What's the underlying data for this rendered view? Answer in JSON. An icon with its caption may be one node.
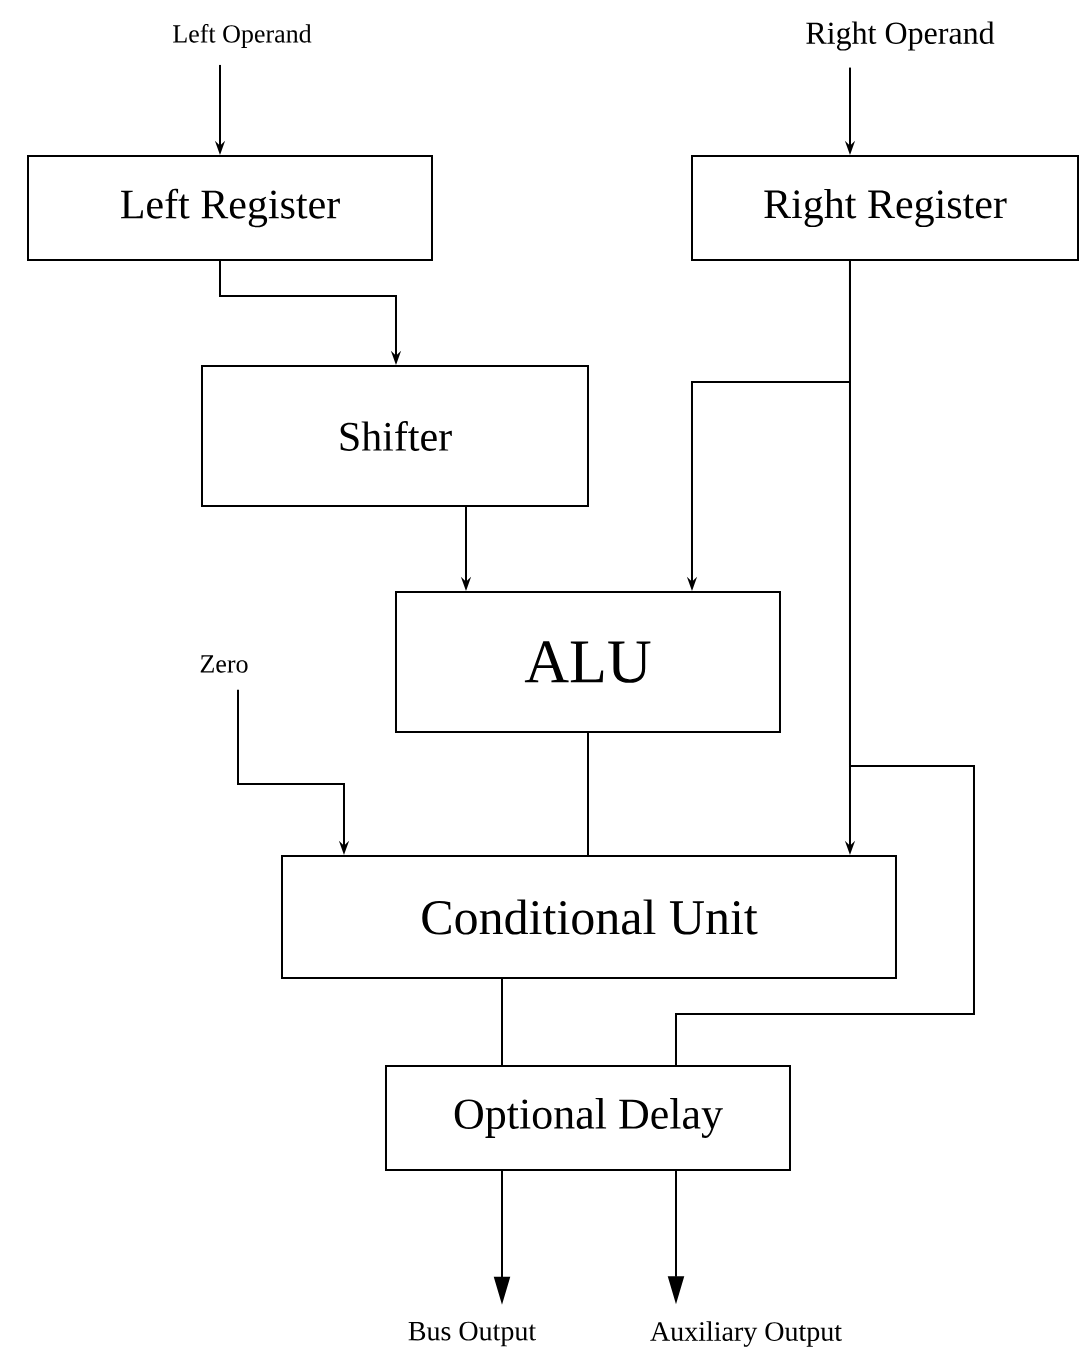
{
  "diagram": {
    "nodes": [
      {
        "text": [
          "Left Operand"
        ]
      },
      {
        "text": [
          "Right Operand"
        ]
      },
      {
        "text": [
          "Left Register"
        ]
      },
      {
        "text": [
          "Right Register"
        ]
      },
      {
        "text": [
          "Shifter"
        ]
      },
      {
        "text": [
          "ALU"
        ]
      },
      {
        "text": [
          "Zero"
        ]
      },
      {
        "text": [
          "Conditional Unit"
        ]
      },
      {
        "text": [
          "Optional Delay"
        ]
      },
      {
        "text": [
          "Bus Output"
        ]
      },
      {
        "text": [
          "Auxiliary Output"
        ]
      }
    ],
    "edges": [
      {
        "from": 0,
        "to": 2,
        "arrow": "to"
      },
      {
        "from": 1,
        "to": 3,
        "arrow": "to"
      },
      {
        "from": 2,
        "to": 4,
        "arrow": "to"
      },
      {
        "from": 4,
        "to": 5,
        "arrow": "to"
      },
      {
        "from": 3,
        "to": 5,
        "arrow": "to"
      },
      {
        "from": 3,
        "to": 7,
        "arrow": "to"
      },
      {
        "from": 3,
        "to": 8,
        "arrow": "none"
      },
      {
        "from": 6,
        "to": 7,
        "arrow": "to"
      },
      {
        "from": 5,
        "to": 7,
        "arrow": "none"
      },
      {
        "from": 7,
        "to": 8,
        "arrow": "none"
      },
      {
        "from": 8,
        "to": 9,
        "arrow": "to"
      },
      {
        "from": 8,
        "to": 10,
        "arrow": "to"
      }
    ]
  }
}
